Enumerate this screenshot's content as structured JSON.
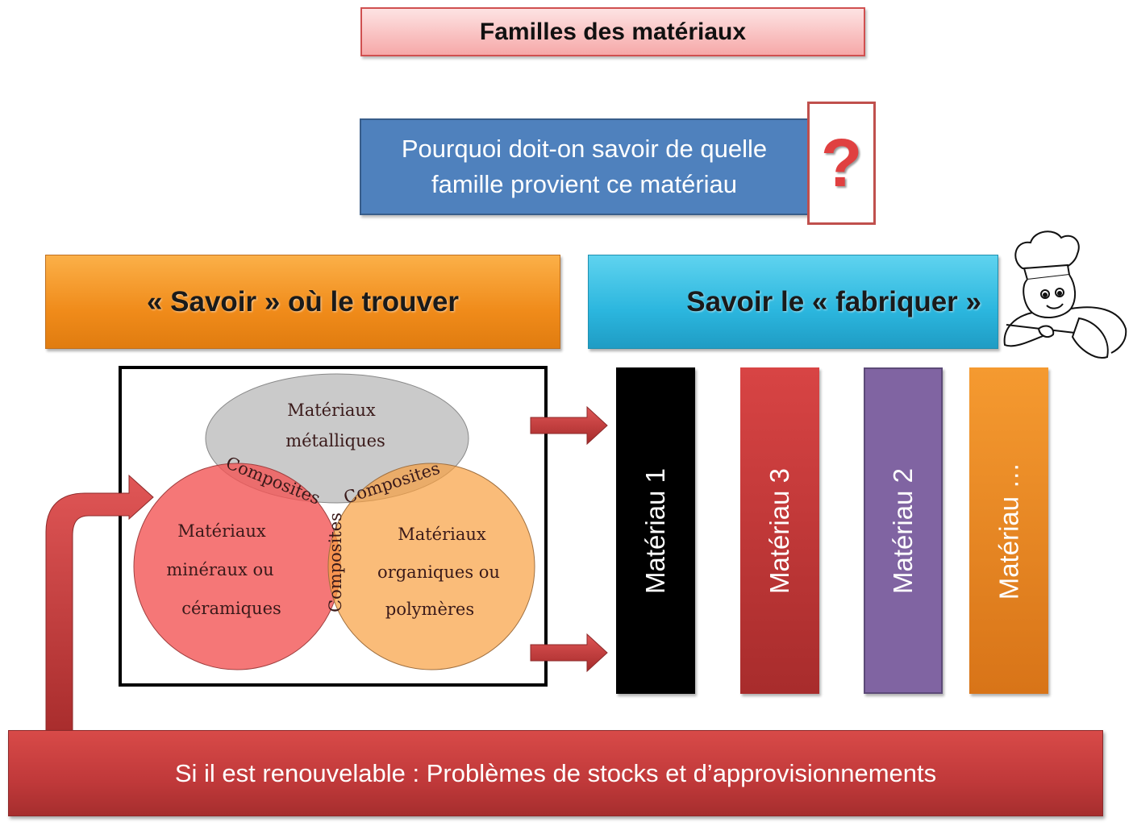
{
  "title": "Familles des matériaux",
  "question": {
    "line1": "Pourquoi  doit-on savoir de quelle",
    "line2": "famille provient ce matériau",
    "mark": "?"
  },
  "left_header": "« Savoir » où le trouver",
  "right_header": "Savoir  le  « fabriquer »",
  "venn": {
    "metal": [
      "Matériaux",
      "métalliques"
    ],
    "mineral": [
      "Matériaux",
      "minéraux ou",
      "céramiques"
    ],
    "organic": [
      "Matériaux",
      "organiques ou",
      "polymères"
    ],
    "composite": "Composites"
  },
  "materials": [
    {
      "label": "Matériau 1",
      "color": "#000000"
    },
    {
      "label": "Matériau 3",
      "color": "#c0393a"
    },
    {
      "label": "Matériau 2",
      "color": "#8064a2"
    },
    {
      "label": "Matériau …",
      "color": "#f08b1a"
    }
  ],
  "bottom": "Si il est renouvelable : Problèmes de stocks  et d’approvisionnements"
}
